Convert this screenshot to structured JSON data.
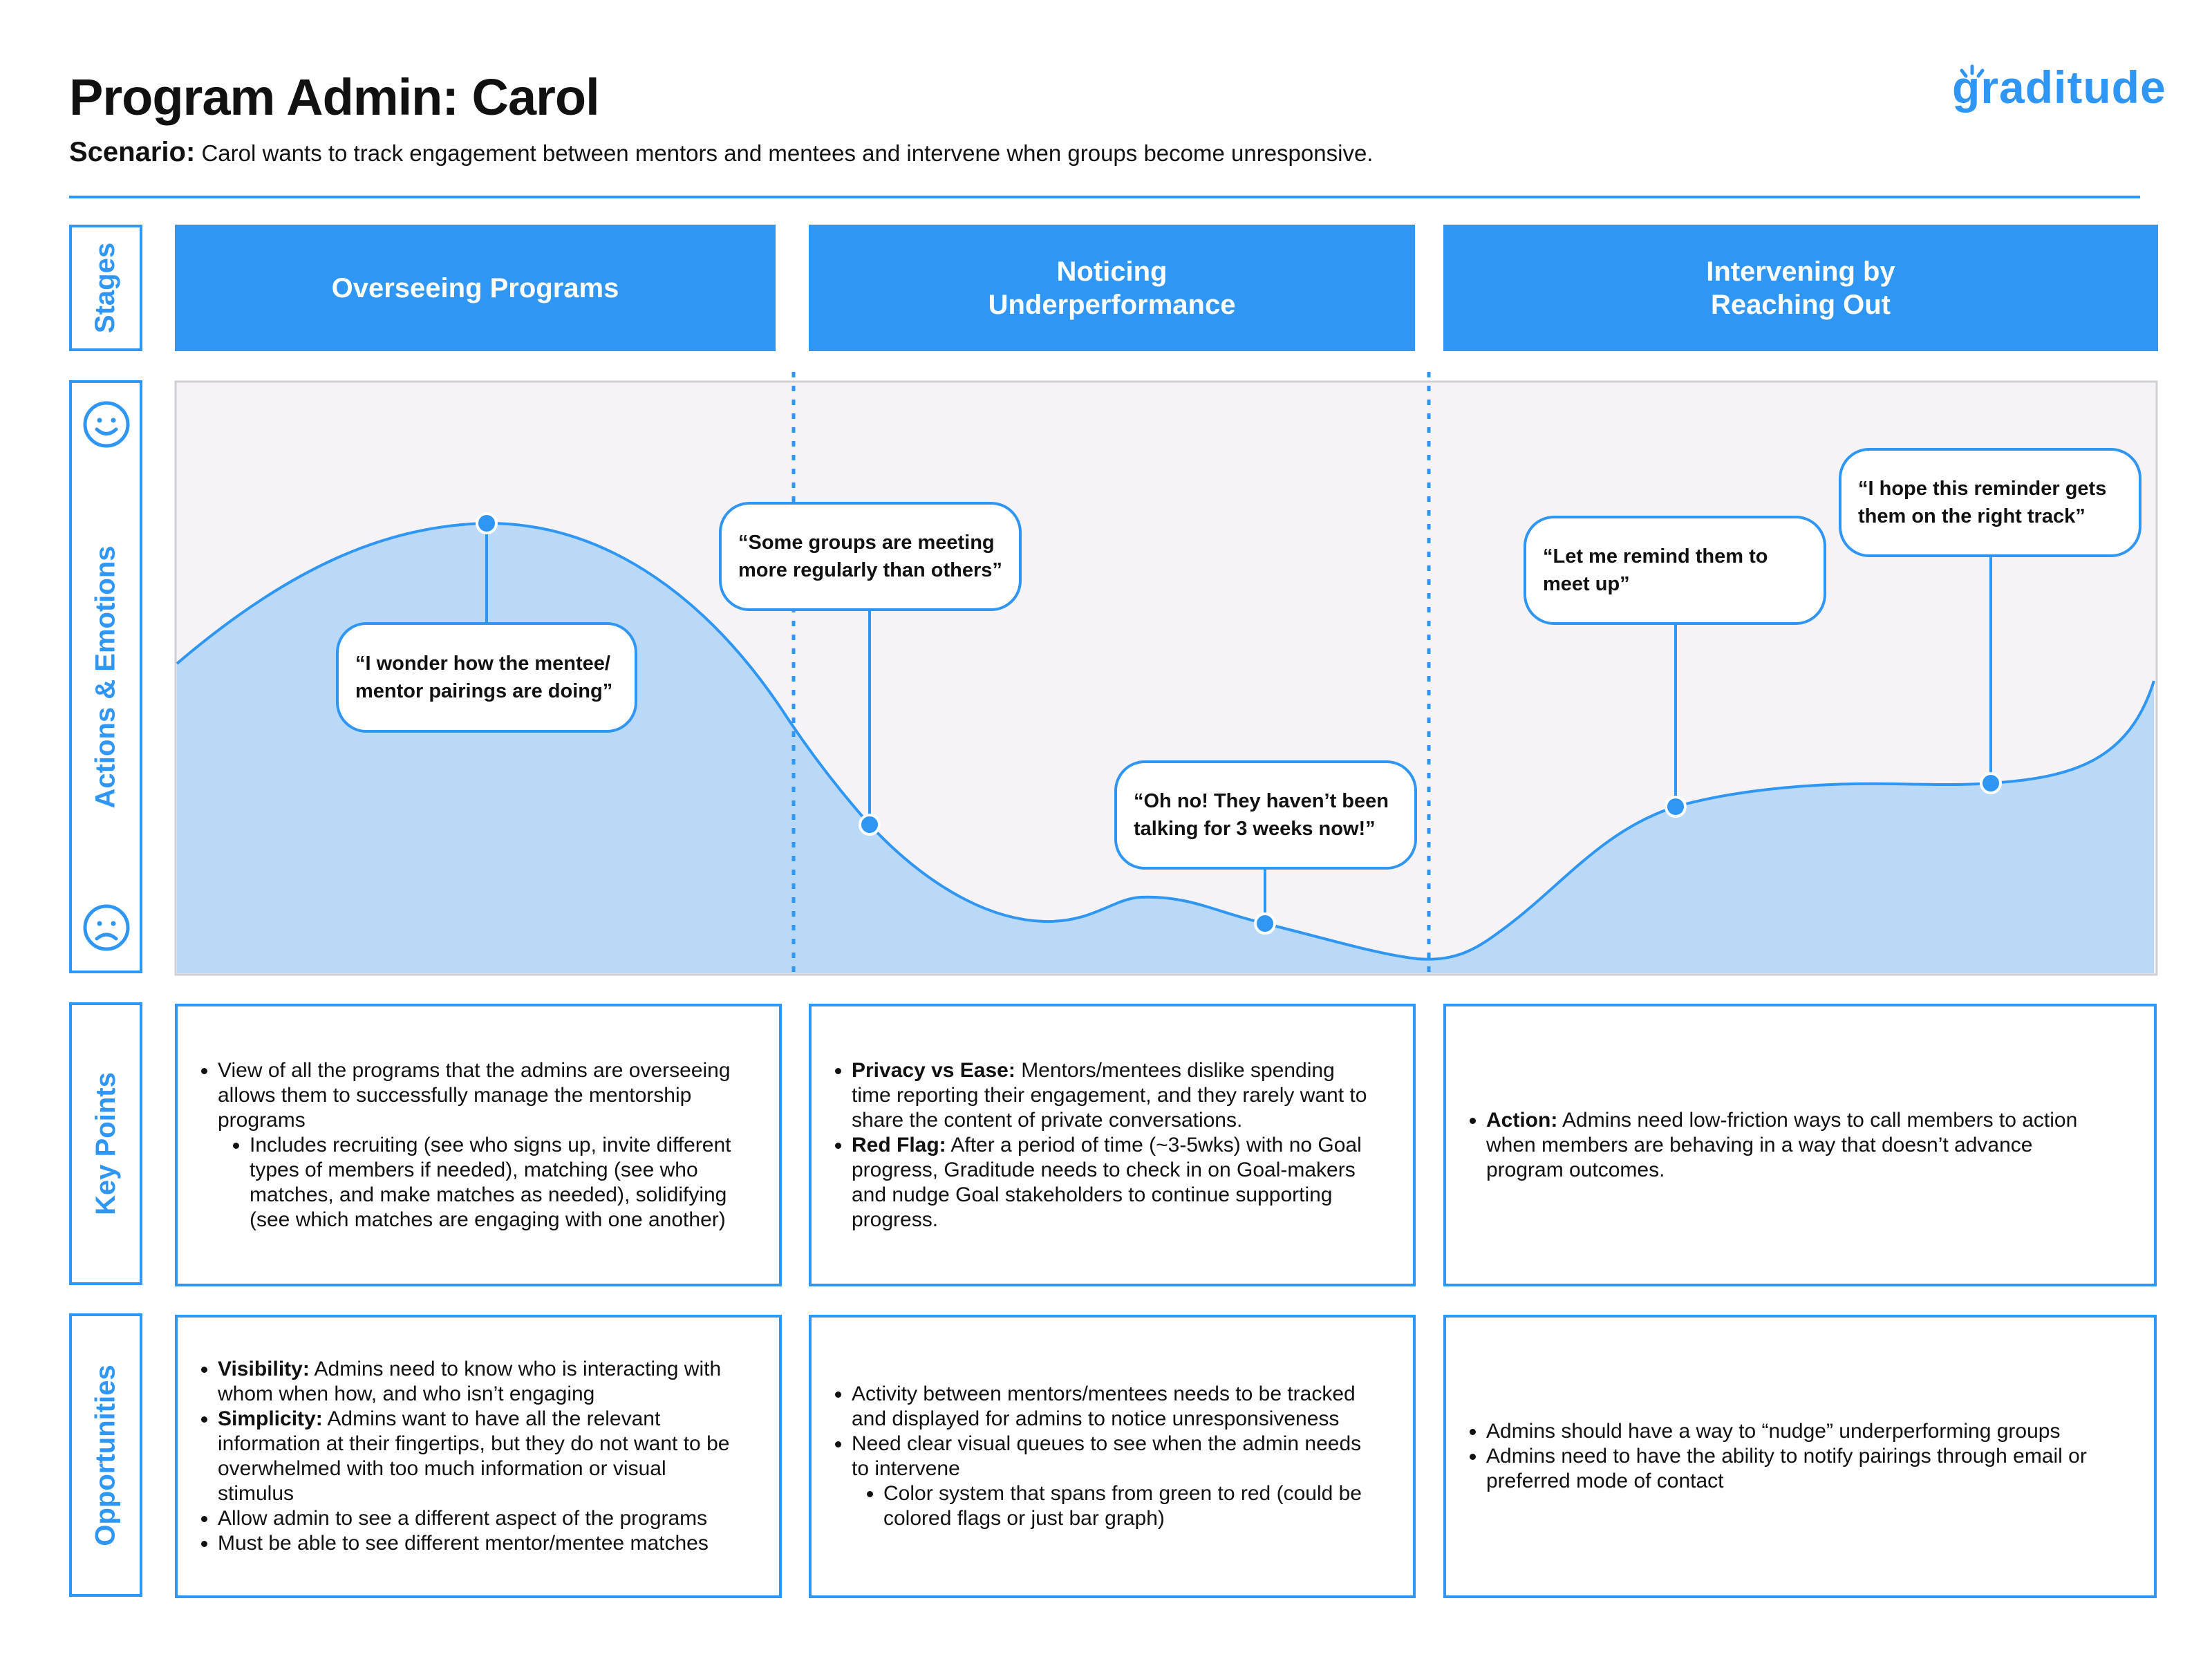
{
  "header": {
    "title": "Program Admin: Carol",
    "scenario_label": "Scenario:",
    "scenario_text": "Carol wants to track engagement between mentors and mentees and intervene when groups become unresponsive.",
    "logo_text": "graditude"
  },
  "row_labels": {
    "stages": "Stages",
    "actions": "Actions & Emotions",
    "key_points": "Key Points",
    "opportunities": "Opportunities"
  },
  "stages": [
    {
      "label": "Overseeing Programs"
    },
    {
      "label": "Noticing Underperformance"
    },
    {
      "label": "Intervening by Reaching Out"
    }
  ],
  "emotion_icons": {
    "top": "happy-face-icon",
    "bottom": "sad-face-icon"
  },
  "quotes": [
    "“I wonder how the mentee/ mentor pairings are doing”",
    "“Some groups are meeting more regularly than others”",
    "“Oh no! They haven’t been talking for 3 weeks now!”",
    "“Let me remind them to meet up”",
    "“I hope this reminder gets them on the right track”"
  ],
  "key_points": {
    "col1": {
      "item1": "View of all the programs that the admins are overseeing allows them to successfully manage the mentorship programs",
      "sub1": "Includes recruiting (see who signs up, invite different types of members if needed), matching (see who matches, and make matches as needed), solidifying (see which matches are engaging with one another)"
    },
    "col2": {
      "item1_label": "Privacy vs Ease:",
      "item1_text": " Mentors/mentees dislike spending time reporting their engagement, and they rarely want to share the content of private conversations.",
      "item2_label": "Red Flag:",
      "item2_text": " After a period of time (~3-5wks) with no Goal progress, Graditude needs to check in on Goal-makers and nudge Goal stakeholders to continue supporting progress."
    },
    "col3": {
      "item1_label": "Action:",
      "item1_text": " Admins need low-friction ways to call members to action when members are behaving in a way that doesn’t advance program outcomes."
    }
  },
  "opportunities": {
    "col1": {
      "item1_label": "Visibility:",
      "item1_text": " Admins need to know who is interacting with whom when how, and who isn’t engaging",
      "item2_label": "Simplicity:",
      "item2_text": " Admins want to have all the relevant information at their fingertips, but they do not want to be overwhelmed with too much information or visual stimulus",
      "item3": "Allow admin to see a different aspect of the programs",
      "item4": "Must be able to see different mentor/mentee matches"
    },
    "col2": {
      "item1": "Activity between mentors/mentees needs to be tracked and displayed for admins to notice unresponsiveness",
      "item2": "Need clear visual queues to see when the admin needs to intervene",
      "sub1": "Color system that spans from green to red (could be colored flags or just bar graph)"
    },
    "col3": {
      "item1": "Admins should have a way to “nudge” underperforming groups",
      "item2": "Admins need to have the ability to notify pairings through email or preferred mode of contact"
    }
  },
  "colors": {
    "accent": "#2F96F3",
    "curve_fill": "#BAD9F7",
    "chart_bg": "#F5F3F6"
  }
}
